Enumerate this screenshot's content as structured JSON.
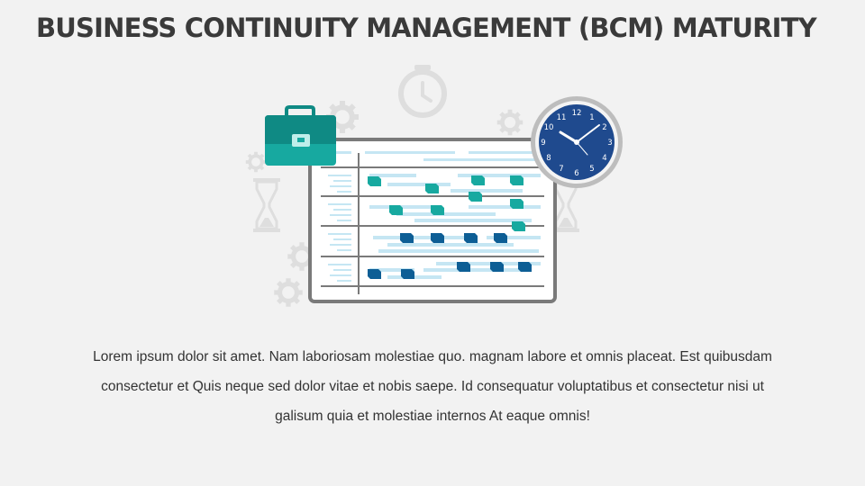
{
  "slide": {
    "title": "BUSINESS CONTINUITY MANAGEMENT (BCM) MATURITY",
    "body": "Lorem ipsum dolor sit amet. Nam laboriosam molestiae quo. magnam labore et omnis placeat. Est quibusdam consectetur et Quis neque sed dolor vitae et nobis saepe. Id consequatur voluptatibus et consectetur nisi ut galisum quia et molestiae internos At eaque omnis!"
  },
  "clock": {
    "numbers": [
      "12",
      "1",
      "2",
      "3",
      "4",
      "5",
      "6",
      "7",
      "8",
      "9",
      "10",
      "11"
    ]
  },
  "icons": [
    "clock-icon",
    "gear-icon",
    "hourglass-icon",
    "briefcase-icon",
    "wall-clock-icon",
    "gantt-chart-icon"
  ],
  "colors": {
    "background": "#f2f2f2",
    "title": "#3a3a3a",
    "decor_gray": "#dedede",
    "teal": "#17a9a0",
    "teal_dark": "#0f8a84",
    "blue": "#0d5e95",
    "light_blue": "#c5e6f3",
    "clock_face": "#1f4a8e",
    "board_frame": "#7a7a7a"
  }
}
